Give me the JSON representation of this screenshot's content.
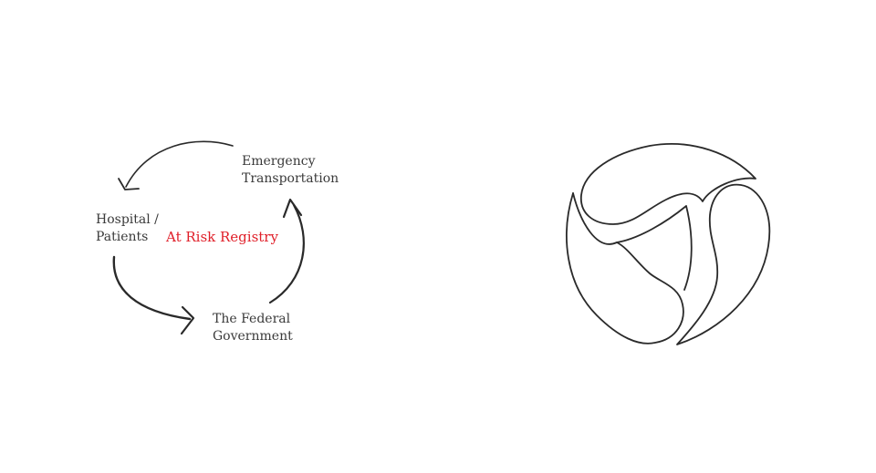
{
  "diagram": {
    "nodes": [
      {
        "id": "emergency",
        "lines": [
          "Emergency",
          "Transportation"
        ]
      },
      {
        "id": "hospital",
        "lines": [
          "Hospital /",
          "Patients"
        ]
      },
      {
        "id": "federal",
        "lines": [
          "The Federal",
          "Government"
        ]
      }
    ],
    "center_label": "At Risk Registry",
    "flow": [
      "emergency",
      "hospital",
      "federal",
      "emergency"
    ]
  },
  "colors": {
    "text": "#3a3a3a",
    "accent": "#e0202a",
    "stroke": "#2a2a2a"
  },
  "logo": {
    "icon": "triskelion-logo-icon"
  }
}
